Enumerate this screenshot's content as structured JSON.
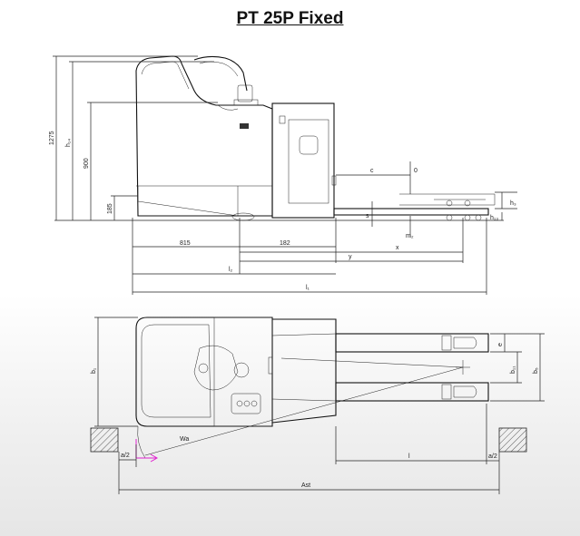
{
  "title": "PT 25P Fixed",
  "side_view": {
    "h14": "h₁₄",
    "d1275": "1275",
    "d900": "900",
    "d185": "185",
    "h3": "h₃",
    "h13": "h₁₃",
    "s": "s",
    "m2": "m₂",
    "c": "c",
    "d0": "0",
    "d815": "815",
    "d182": "182",
    "x": "x",
    "y": "y",
    "l2": "l₂",
    "l1": "l₁"
  },
  "top_view": {
    "b1": "b₁",
    "b11": "b₁₁",
    "b5": "b₅",
    "e": "e",
    "wa": "Wa",
    "a2_left": "a/2",
    "a2_right": "a/2",
    "l": "l",
    "ast": "Ast"
  }
}
